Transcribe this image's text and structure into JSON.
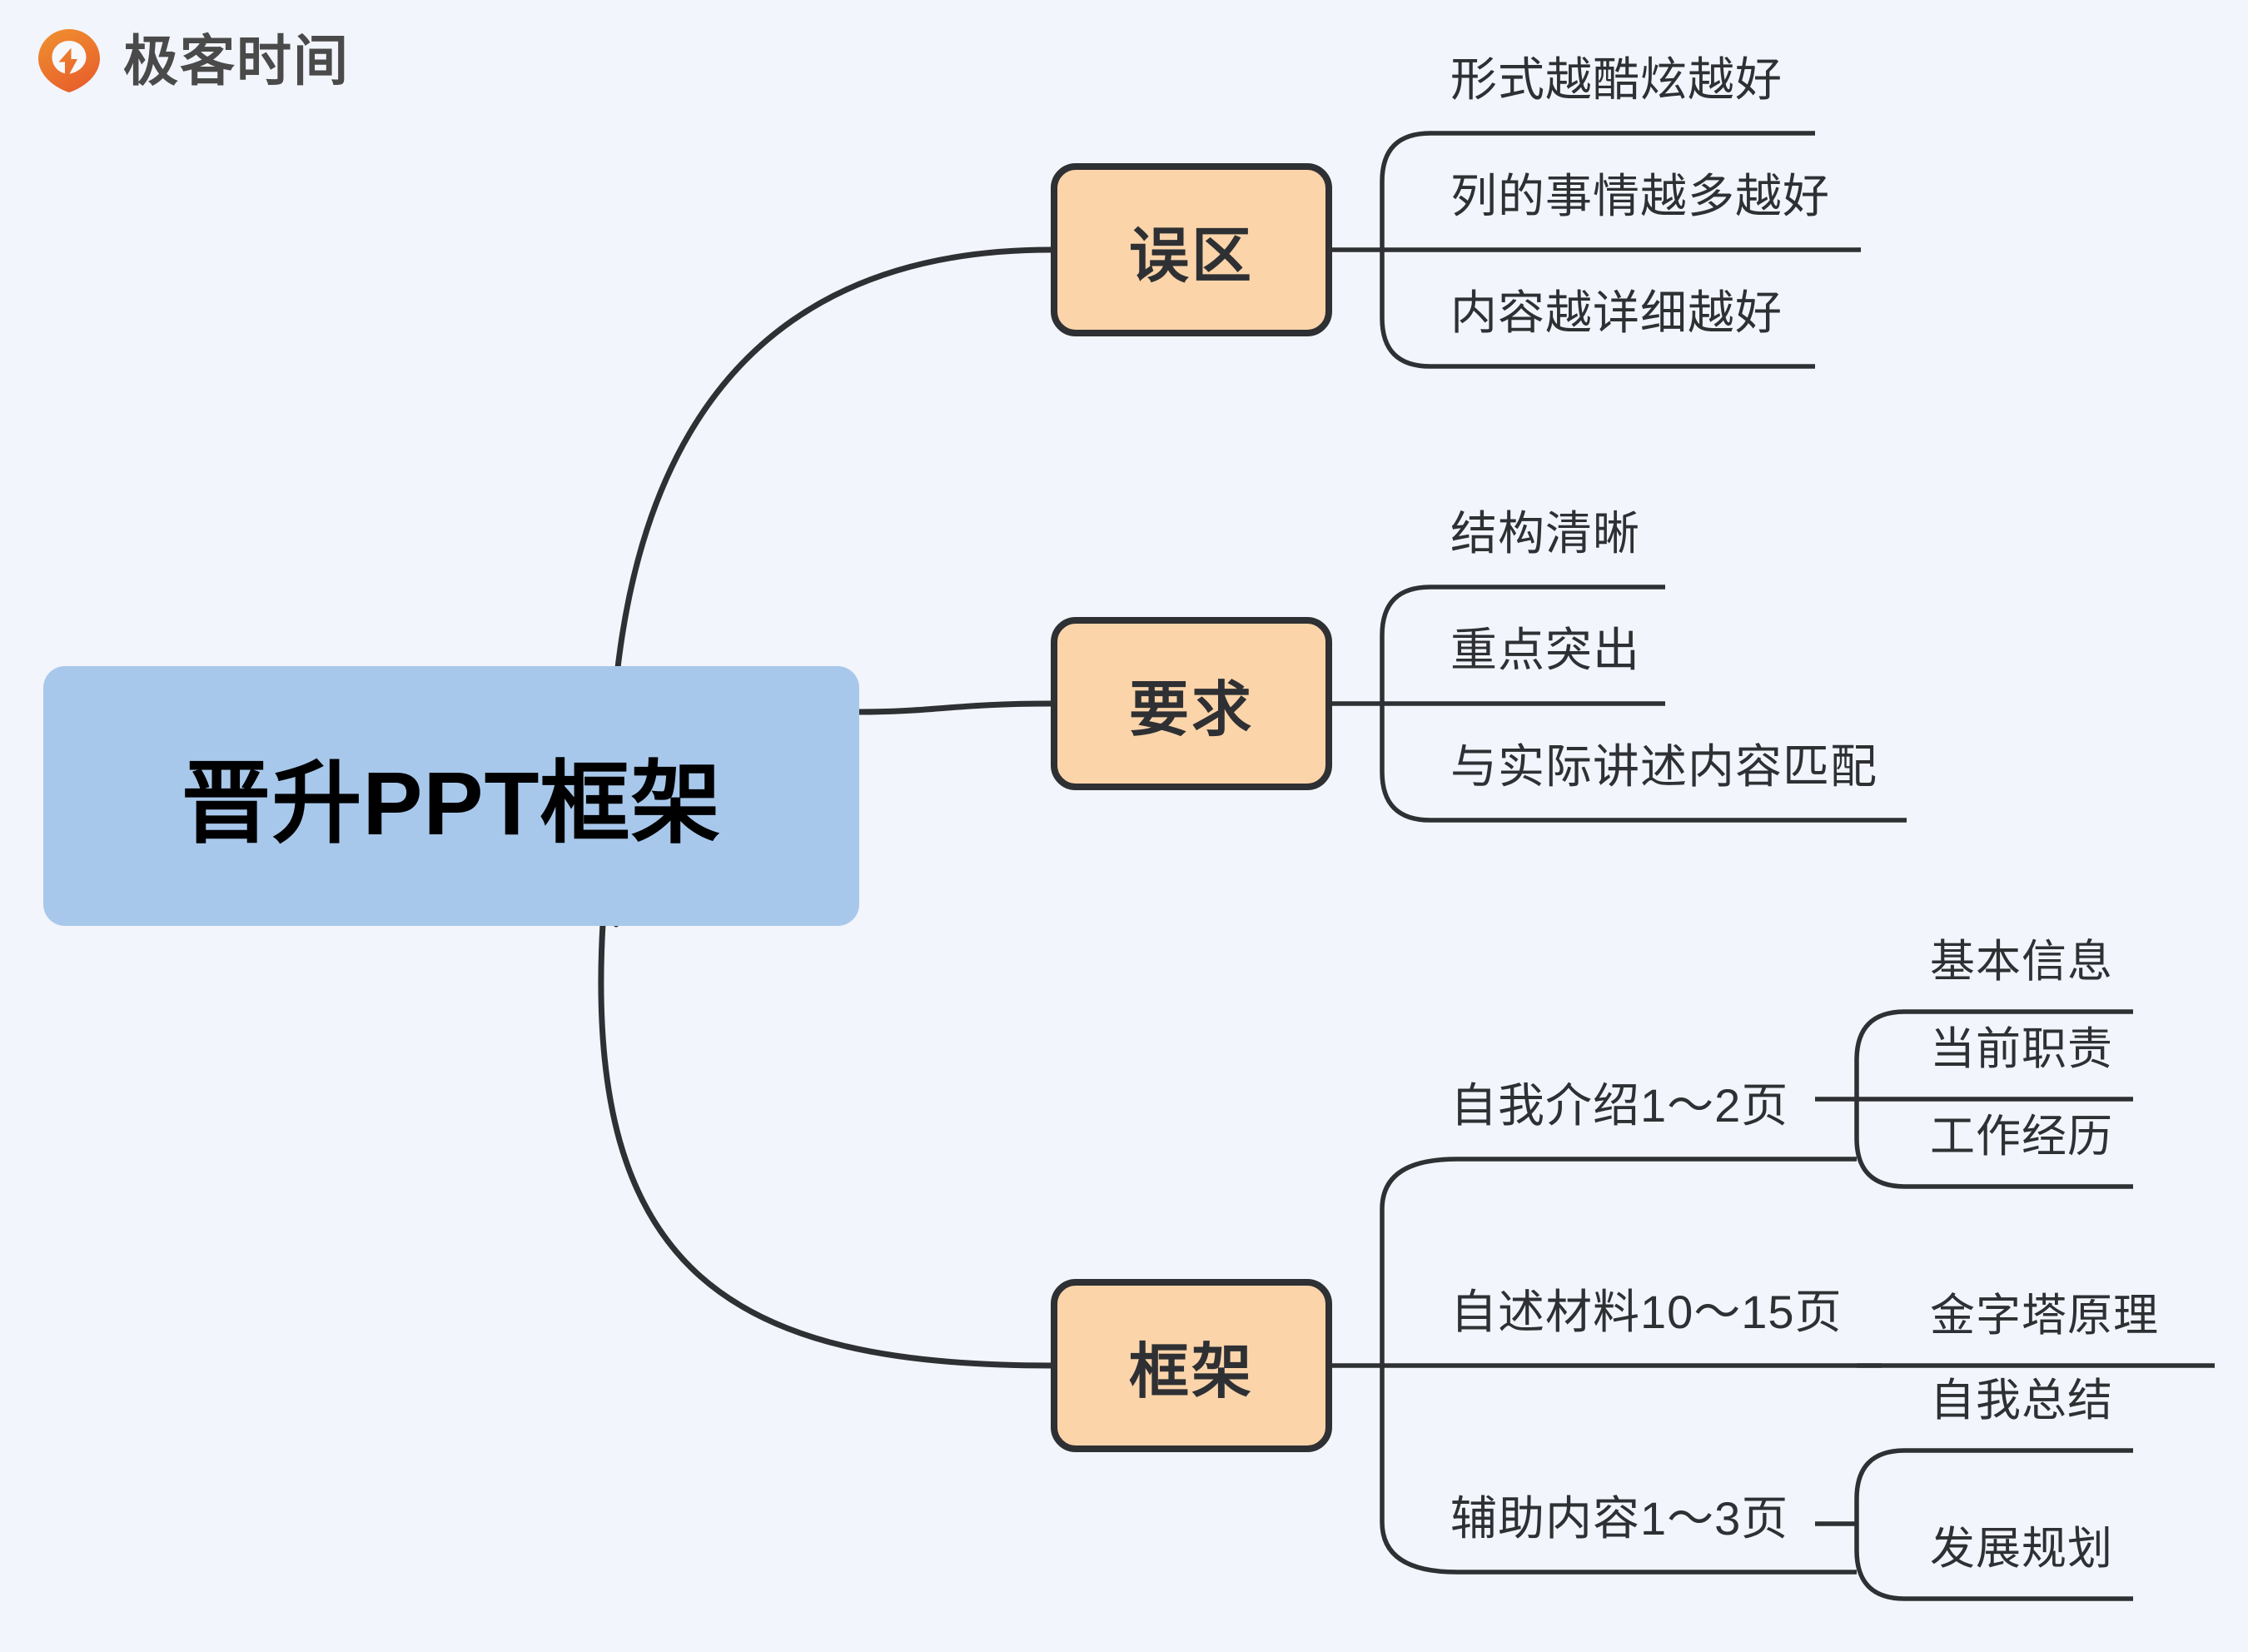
{
  "brand": {
    "name": "极客时间",
    "logo_icon": "geektime-pin-logo-icon",
    "mark_color": "#EE7C30",
    "text_color": "#4A4A4A"
  },
  "theme": {
    "background": "#F2F5FB",
    "root_fill": "#A8C8EB",
    "branch_fill": "#FBD4AA",
    "stroke": "#2E3033",
    "text": "#2E3033"
  },
  "mindmap": {
    "type": "mindmap",
    "root": {
      "label": "晋升PPT框架",
      "shape": "rounded-rect",
      "fill": "#A8C8EB"
    },
    "branches": [
      {
        "label": "误区",
        "fill": "#FBD4AA",
        "children": [
          {
            "label": "形式越酷炫越好",
            "children": []
          },
          {
            "label": "列的事情越多越好",
            "children": []
          },
          {
            "label": "内容越详细越好",
            "children": []
          }
        ]
      },
      {
        "label": "要求",
        "fill": "#FBD4AA",
        "children": [
          {
            "label": "结构清晰",
            "children": []
          },
          {
            "label": "重点突出",
            "children": []
          },
          {
            "label": "与实际讲述内容匹配",
            "children": []
          }
        ]
      },
      {
        "label": "框架",
        "fill": "#FBD4AA",
        "children": [
          {
            "label": "自我介绍1～2页",
            "children": [
              {
                "label": "基本信息"
              },
              {
                "label": "当前职责"
              },
              {
                "label": "工作经历"
              }
            ]
          },
          {
            "label": "自述材料10～15页",
            "children": [
              {
                "label": "金字塔原理"
              }
            ]
          },
          {
            "label": "辅助内容1～3页",
            "children": [
              {
                "label": "自我总结"
              },
              {
                "label": "发展规划"
              }
            ]
          }
        ]
      }
    ]
  }
}
